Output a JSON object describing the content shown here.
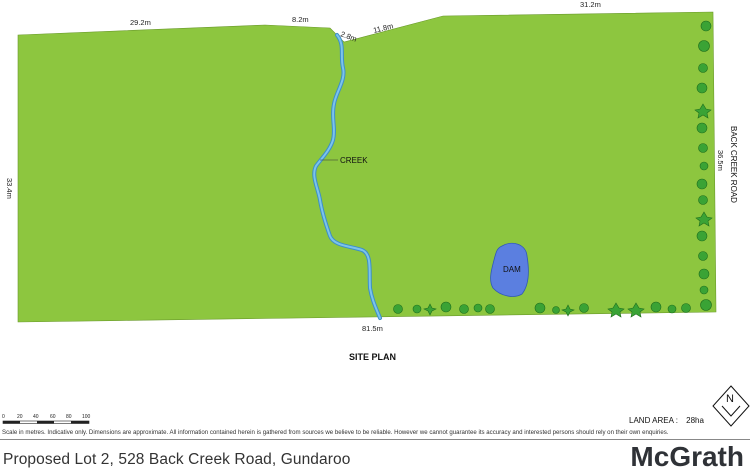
{
  "plan": {
    "title": "SITE PLAN",
    "road_label": "BACK CREEK ROAD",
    "creek_label": "CREEK",
    "dam_label": "DAM",
    "dimensions": {
      "top_1": "29.2m",
      "top_2": "8.2m",
      "top_3": "2.8m",
      "top_4": "11.8m",
      "top_5": "31.2m",
      "left": "33.4m",
      "right": "36.5m",
      "bottom": "81.5m"
    },
    "colors": {
      "land": "#8dc63f",
      "creek": "#4aa8d8",
      "dam": "#5b7fe0",
      "trees": "#3aa335"
    }
  },
  "scale": {
    "ticks": [
      "0",
      "20",
      "40",
      "60",
      "80",
      "100"
    ]
  },
  "land_area": {
    "label": "LAND AREA :",
    "value": "28ha"
  },
  "compass": {
    "letter": "N"
  },
  "disclaimer": "Scale in metres. Indicative only. Dimensions are approximate. All information contained herein is gathered from sources we believe to be reliable. However we cannot guarantee its accuracy and interested persons should rely on their own enquiries.",
  "footer": {
    "address": "Proposed Lot 2, 528 Back Creek Road, Gundaroo",
    "brand_prefix": "Mc",
    "brand_suffix": "Grath"
  }
}
